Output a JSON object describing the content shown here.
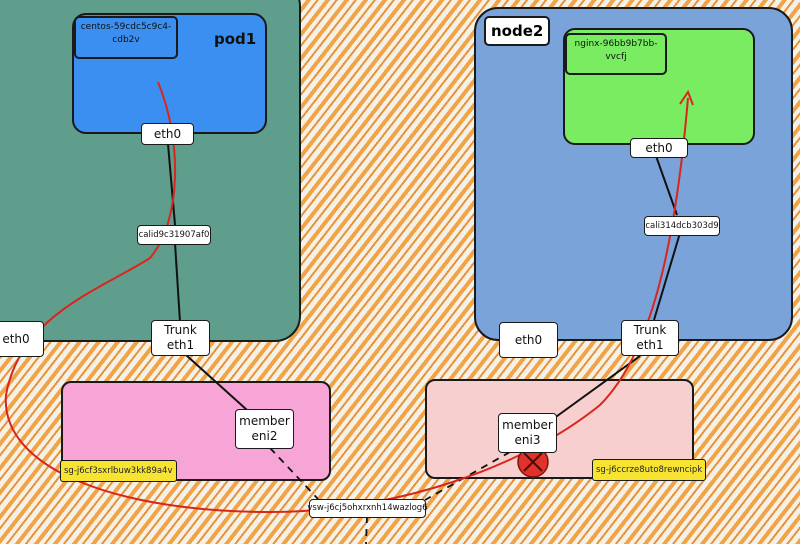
{
  "nodes": {
    "left": {
      "pod_label": "pod1",
      "pod_name": [
        "centos-59cdc5c9c4-",
        "cdb2v"
      ],
      "veth": "calid9c31907af0",
      "eth0": "eth0",
      "trunk": [
        "Trunk",
        "eth1"
      ],
      "node_eth0": "eth0"
    },
    "right": {
      "title": "node2",
      "pod_name": [
        "nginx-96bb9b7bb-",
        "vvcfj"
      ],
      "veth": "cali314dcb303d9",
      "eth0": "eth0",
      "trunk": [
        "Trunk",
        "eth1"
      ],
      "node_eth0": "eth0"
    }
  },
  "eni": {
    "left": {
      "label": [
        "member",
        "eni2"
      ],
      "sg": "sg-j6cf3sxrlbuw3kk89a4v"
    },
    "right": {
      "label": [
        "member",
        "eni3"
      ],
      "sg": "sg-j6ccrze8uto8rewncipk"
    }
  },
  "vswitch": "vsw-j6cj5ohxrxnh14wazlog6",
  "colors": {
    "flow_line": "#d9261c",
    "blocked": "#e0322a",
    "sg_tag": "#f7e332"
  },
  "icons": {
    "blocked": "blocked-x-icon"
  }
}
